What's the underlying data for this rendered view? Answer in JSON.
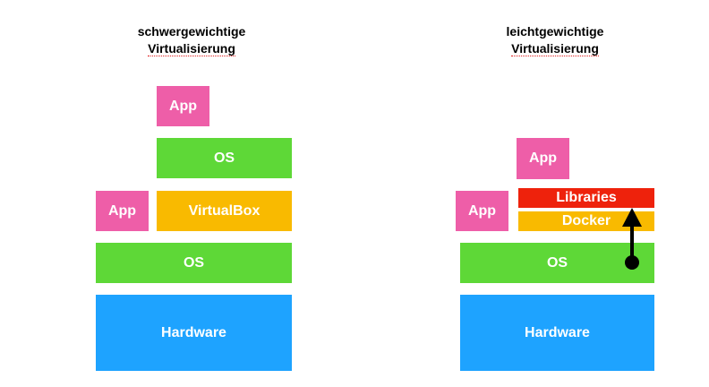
{
  "left": {
    "title_line1": "schwergewichtige",
    "title_line2": "Virtualisierung",
    "app_top": "App",
    "os_top": "OS",
    "app_side": "App",
    "virtualbox": "VirtualBox",
    "os": "OS",
    "hardware": "Hardware"
  },
  "right": {
    "title_line1": "leichtgewichtige",
    "title_line2": "Virtualisierung",
    "app_top": "App",
    "libraries": "Libraries",
    "app_side": "App",
    "docker": "Docker",
    "os": "OS",
    "hardware": "Hardware"
  },
  "colors": {
    "app": "#ee5ea8",
    "os": "#5ed837",
    "virtualization": "#f9ba00",
    "hardware": "#1ea3ff",
    "libraries": "#ee220c",
    "arrow": "#000000"
  }
}
